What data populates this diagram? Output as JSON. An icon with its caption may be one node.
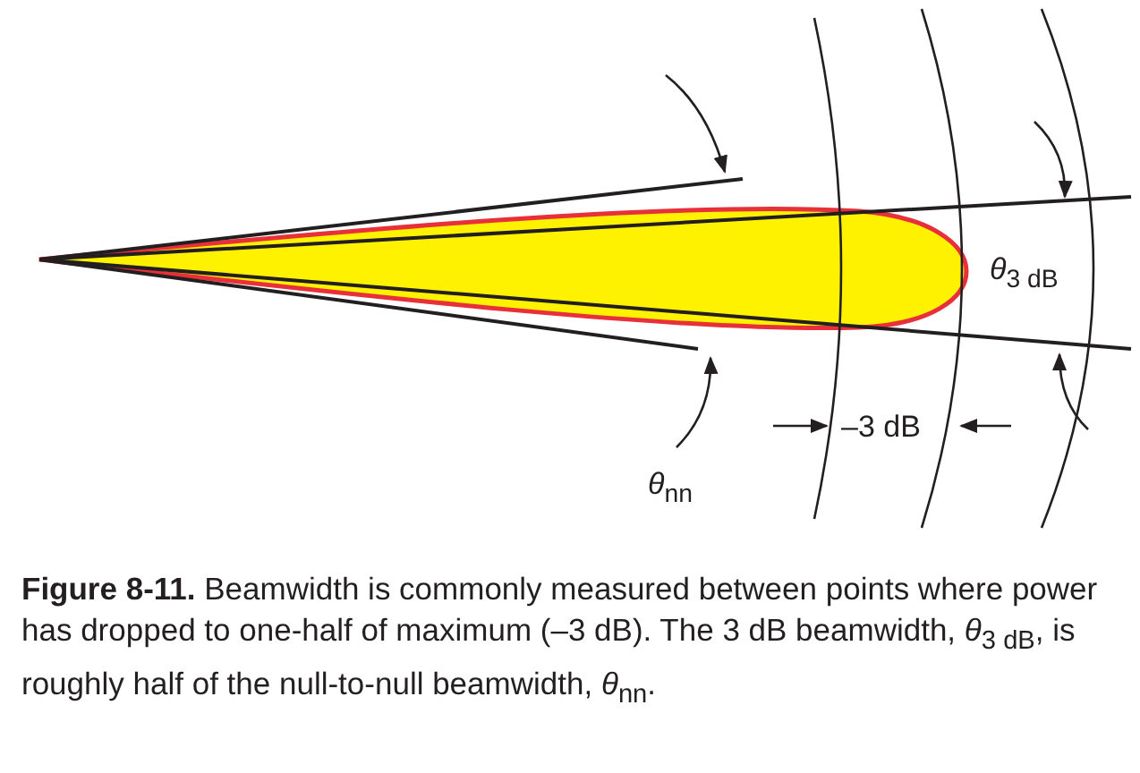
{
  "diagram": {
    "caption": "**Figure 8-11.** Beamwidth is commonly measured between points where power has dropped to one-half of maximum (–3 dB). The 3 dB beamwidth, *θ*$_{3 dB}$, is roughly half of the null-to-null beamwidth, *θ*$_{nn}$.",
    "labels": [
      "*θ*$_{3 dB}$",
      "*θ*$_{nn}$",
      "–3 dB"
    ]
  }
}
